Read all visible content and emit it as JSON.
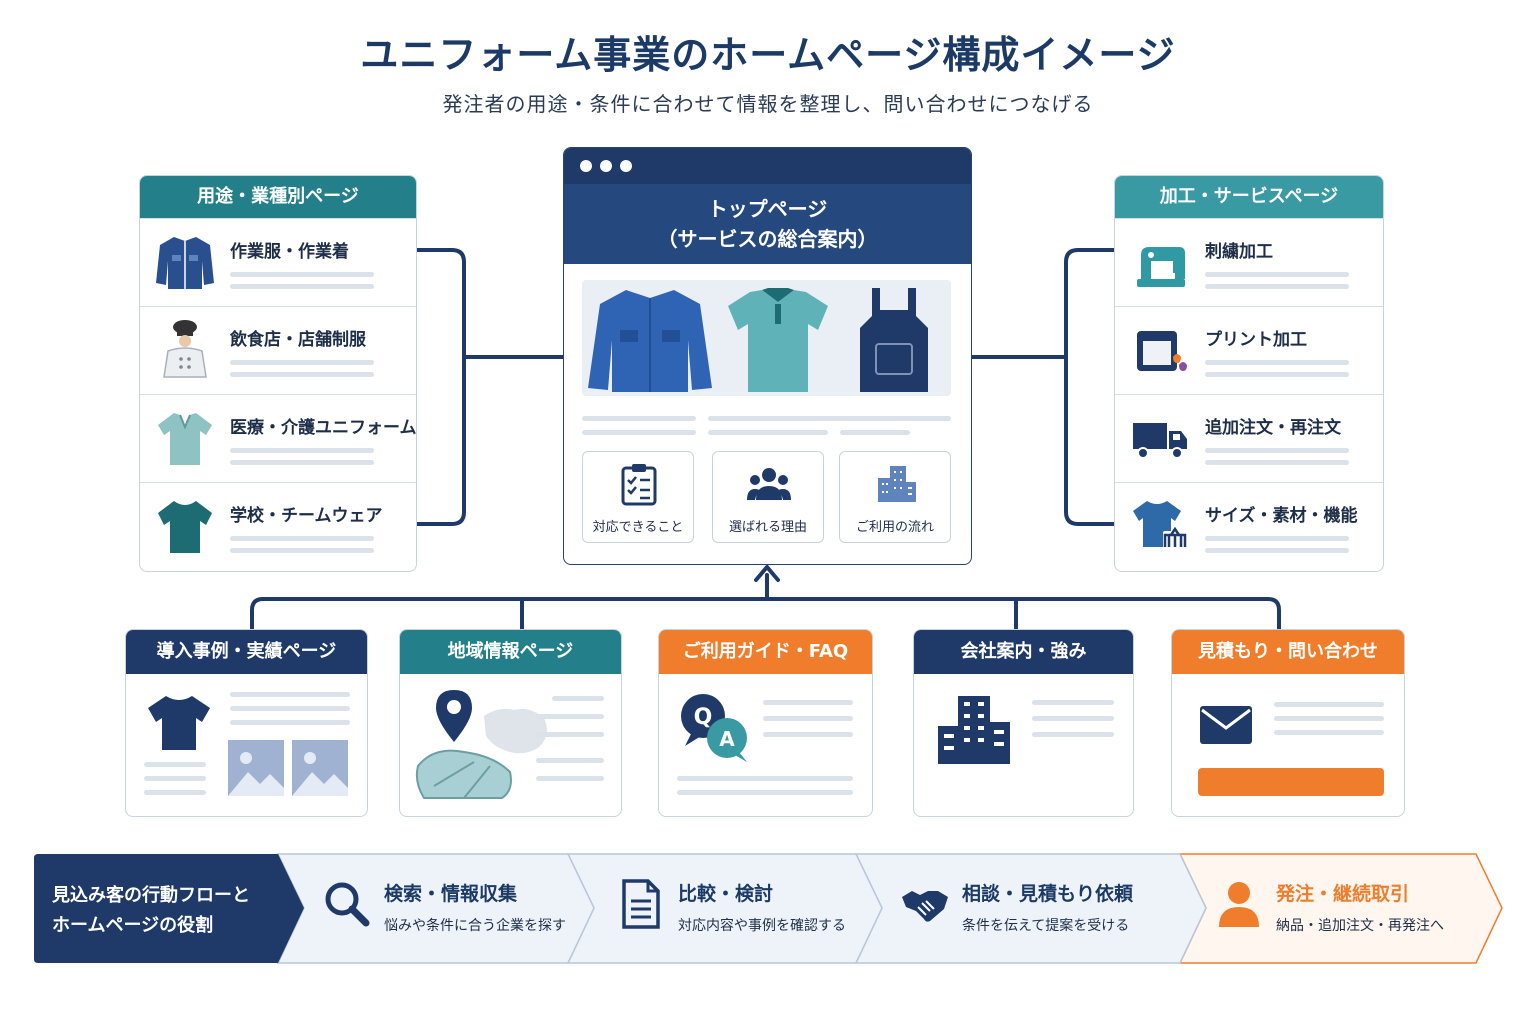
{
  "header": {
    "title": "ユニフォーム事業のホームページ構成イメージ",
    "subtitle": "発注者の用途・条件に合わせて情報を整理し、問い合わせにつなげる"
  },
  "colors": {
    "navy": "#1f3a68",
    "teal": "#23808a",
    "teal_light": "#3a9aa3",
    "orange": "#ef7d2c",
    "line_gray": "#dbe2ea",
    "flow_bg": "#eef3f9"
  },
  "left_panel": {
    "title": "用途・業種別ページ",
    "items": [
      {
        "label": "作業服・作業着",
        "icon": "work-jacket-icon"
      },
      {
        "label": "飲食店・店舗制服",
        "icon": "chef-uniform-icon"
      },
      {
        "label": "医療・介護ユニフォーム",
        "icon": "medical-scrubs-icon"
      },
      {
        "label": "学校・チームウェア",
        "icon": "team-shirt-icon"
      }
    ]
  },
  "right_panel": {
    "title": "加工・サービスページ",
    "items": [
      {
        "label": "刺繍加工",
        "icon": "sewing-machine-icon"
      },
      {
        "label": "プリント加工",
        "icon": "print-icon"
      },
      {
        "label": "追加注文・再注文",
        "icon": "delivery-truck-icon"
      },
      {
        "label": "サイズ・素材・機能",
        "icon": "size-shirt-icon"
      }
    ]
  },
  "top_page": {
    "title_line1": "トップページ",
    "title_line2": "（サービスの総合案内）",
    "features": [
      {
        "label": "対応できること",
        "icon": "clipboard-checklist-icon"
      },
      {
        "label": "選ばれる理由",
        "icon": "people-group-icon"
      },
      {
        "label": "ご利用の流れ",
        "icon": "buildings-icon"
      }
    ]
  },
  "bottom_pages": [
    {
      "title": "導入事例・実績ページ",
      "color": "#1f3a68"
    },
    {
      "title": "地域情報ページ",
      "color": "#23808a"
    },
    {
      "title": "ご利用ガイド・FAQ",
      "color": "#ef7d2c"
    },
    {
      "title": "会社案内・強み",
      "color": "#1f3a68"
    },
    {
      "title": "見積もり・問い合わせ",
      "color": "#ef7d2c"
    }
  ],
  "flow": {
    "label_line1": "見込み客の行動フローと",
    "label_line2": "ホームページの役割",
    "steps": [
      {
        "title": "検索・情報収集",
        "desc": "悩みや条件に合う企業を探す",
        "icon": "magnifier-icon"
      },
      {
        "title": "比較・検討",
        "desc": "対応内容や事例を確認する",
        "icon": "document-icon"
      },
      {
        "title": "相談・見積もり依頼",
        "desc": "条件を伝えて提案を受ける",
        "icon": "handshake-icon"
      },
      {
        "title": "発注・継続取引",
        "desc": "納品・追加注文・再発注へ",
        "icon": "person-icon"
      }
    ]
  }
}
